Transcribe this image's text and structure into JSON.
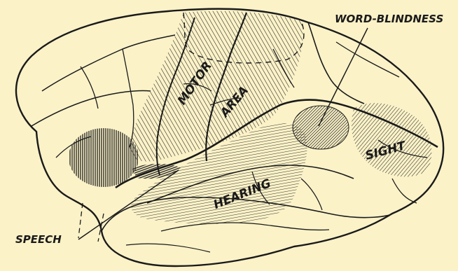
{
  "colors": {
    "background": "#fbf2c8",
    "ink": "#1a1a1a"
  },
  "labels": {
    "motor": "MOTOR",
    "area": "AREA",
    "word_blindness": "WORD-BLINDNESS",
    "sight": "SIGHT",
    "hearing": "HEARING",
    "speech": "SPEECH"
  }
}
